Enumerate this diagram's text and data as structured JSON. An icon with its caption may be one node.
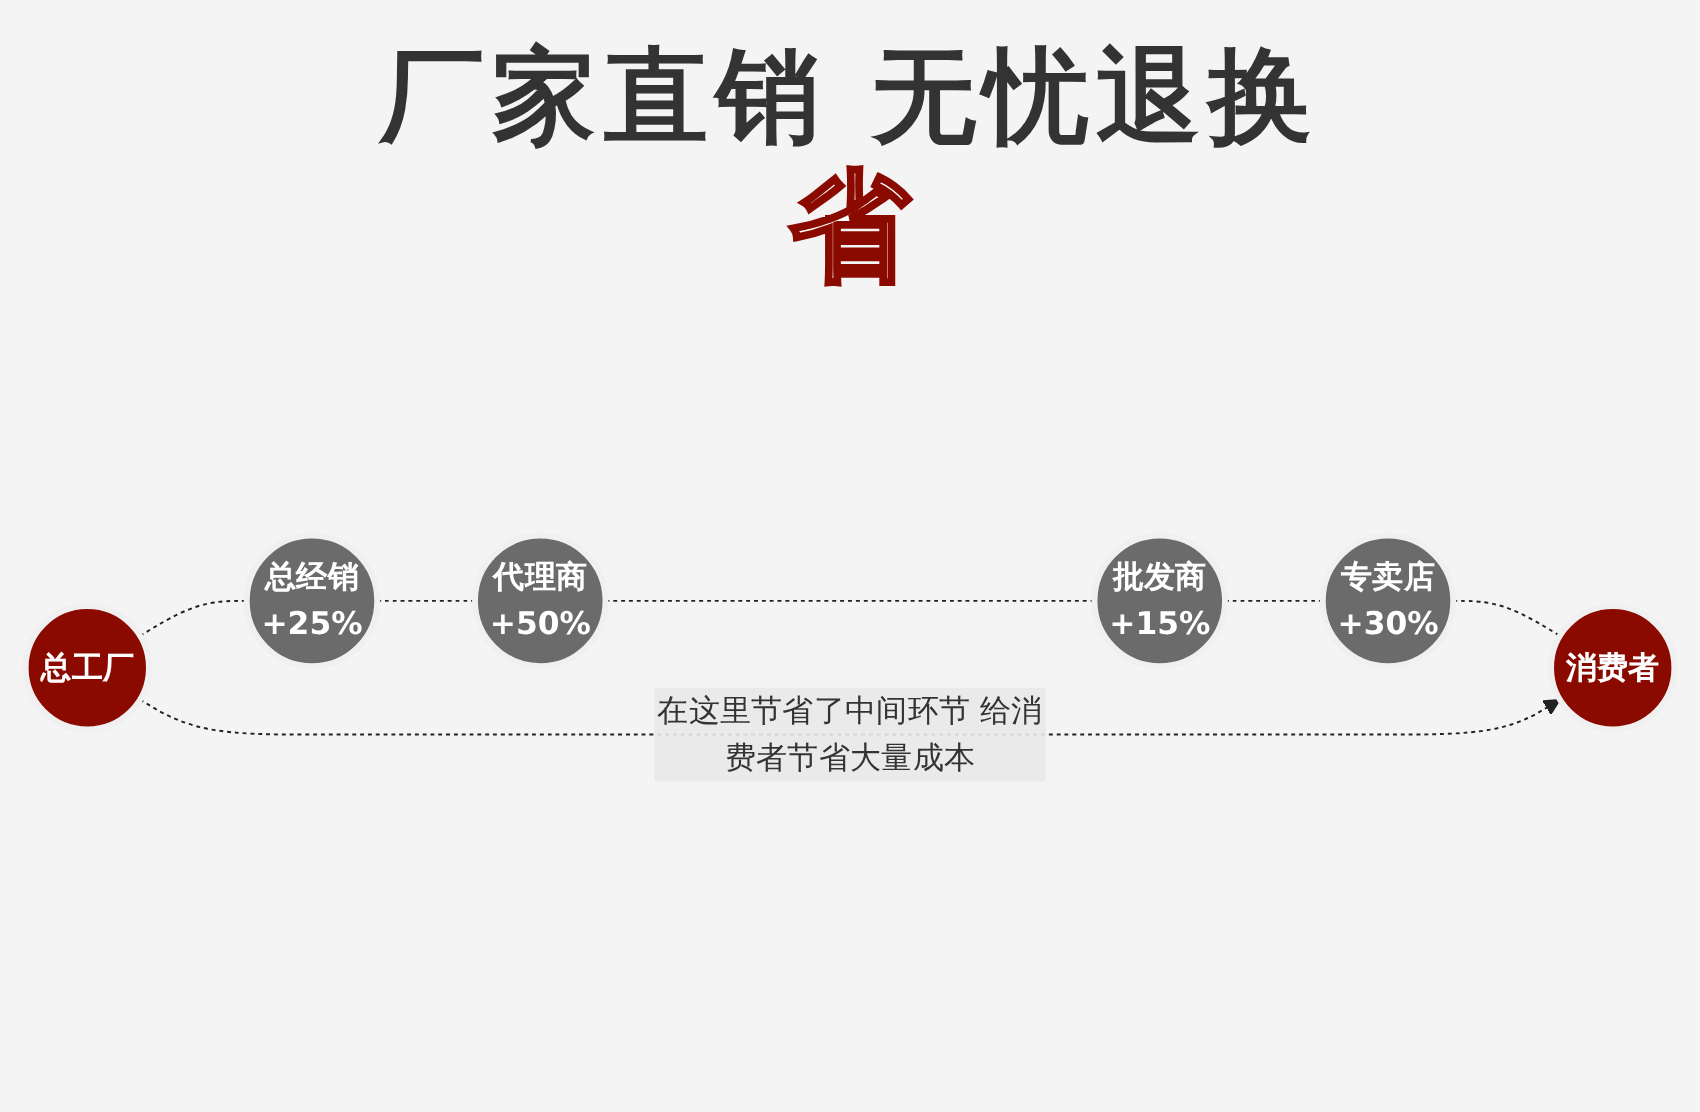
{
  "diagram": {
    "title": "厂家直销 无忧退换",
    "nodes": [
      {
        "text": [
          "总工厂"
        ]
      },
      {
        "text": [
          "总经销",
          "+25%"
        ]
      },
      {
        "text": [
          "代理商",
          "+50%"
        ]
      },
      {
        "text": [
          "批发商",
          "+15%"
        ]
      },
      {
        "text": [
          "专卖店",
          "+30%"
        ]
      },
      {
        "text": [
          "消费者"
        ]
      }
    ],
    "edges": [
      {
        "from": 0,
        "to": 1,
        "arrow": "none",
        "style": "dashed"
      },
      {
        "from": 1,
        "to": 2,
        "arrow": "none",
        "style": "dashed"
      },
      {
        "from": 2,
        "to": 3,
        "arrow": "none",
        "style": "dashed"
      },
      {
        "from": 3,
        "to": 4,
        "arrow": "none",
        "style": "dashed"
      },
      {
        "from": 4,
        "to": 5,
        "arrow": "none",
        "style": "dashed"
      },
      {
        "from": 0,
        "to": 5,
        "arrow": "to",
        "style": "dashed",
        "label": "在这里节省了中间环节 给消费者节省大量成本"
      }
    ],
    "labels": [
      "省"
    ]
  }
}
